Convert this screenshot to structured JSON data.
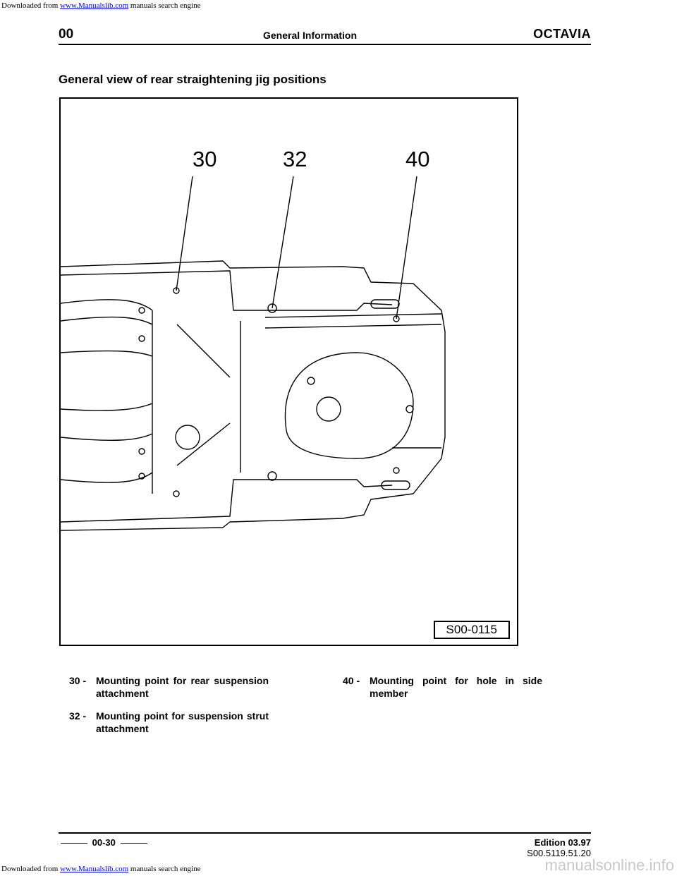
{
  "watermark": {
    "prefix": "Downloaded from",
    "link": "www.Manualslib.com",
    "suffix": "manuals search engine",
    "bottom_right": "manualsonline.info"
  },
  "header": {
    "section": "00",
    "title": "General Information",
    "brand": "OCTAVIA"
  },
  "page_heading": "General view of rear straightening jig positions",
  "figure": {
    "callouts": [
      "30",
      "32",
      "40"
    ],
    "figure_id": "S00-0115"
  },
  "legend": {
    "col1": [
      {
        "num": "30 -",
        "text": "Mounting point for rear suspension attachment"
      },
      {
        "num": "32 -",
        "text": "Mounting point for suspension strut attachment"
      }
    ],
    "col2": [
      {
        "num": "40 -",
        "text": "Mounting point for hole in side member"
      }
    ]
  },
  "footer": {
    "page": "00-30",
    "edition": "Edition 03.97",
    "doc_code": "S00.5119.51.20"
  }
}
